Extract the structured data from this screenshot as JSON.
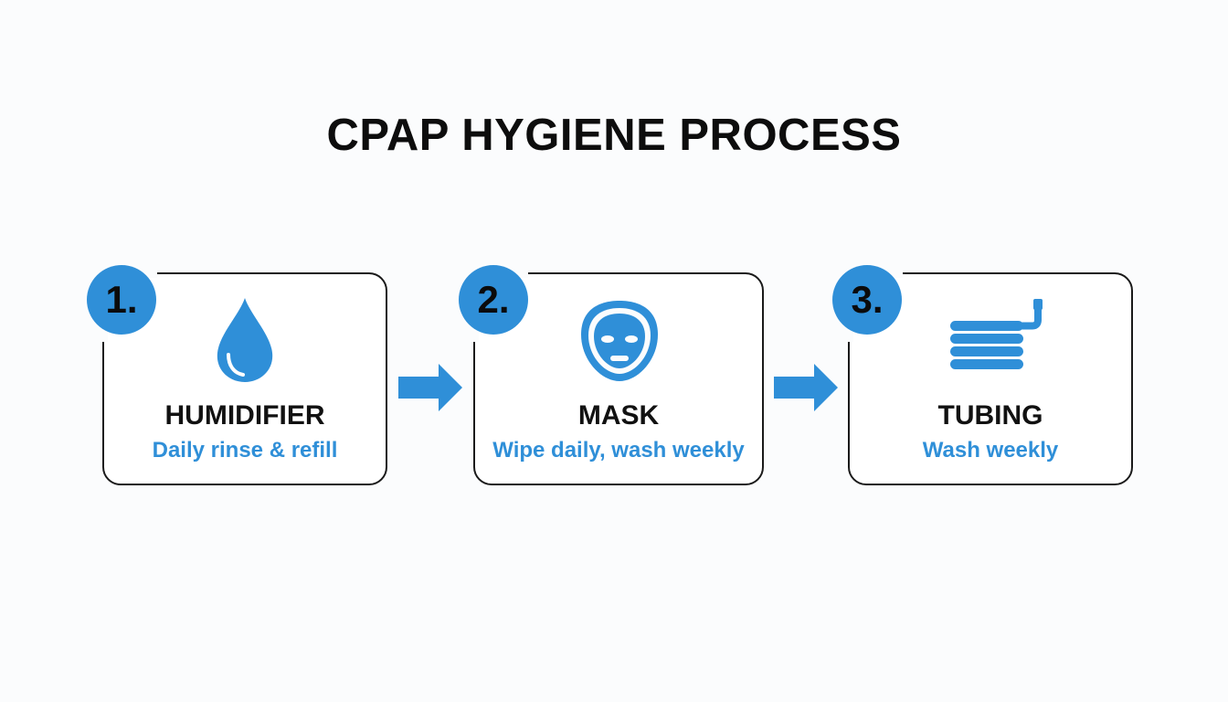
{
  "title": "CPAP HYGIENE PROCESS",
  "accent_color": "#2f8fd8",
  "text_color": "#111111",
  "steps": [
    {
      "number": "1.",
      "icon": "water-drop-icon",
      "label": "HUMIDIFIER",
      "description": "Daily rinse & refill"
    },
    {
      "number": "2.",
      "icon": "face-mask-icon",
      "label": "MASK",
      "description": "Wipe daily, wash weekly"
    },
    {
      "number": "3.",
      "icon": "coiled-tubing-icon",
      "label": "TUBING",
      "description": "Wash weekly"
    }
  ],
  "connectors": [
    {
      "icon": "arrow-right-icon"
    },
    {
      "icon": "arrow-right-icon"
    }
  ]
}
